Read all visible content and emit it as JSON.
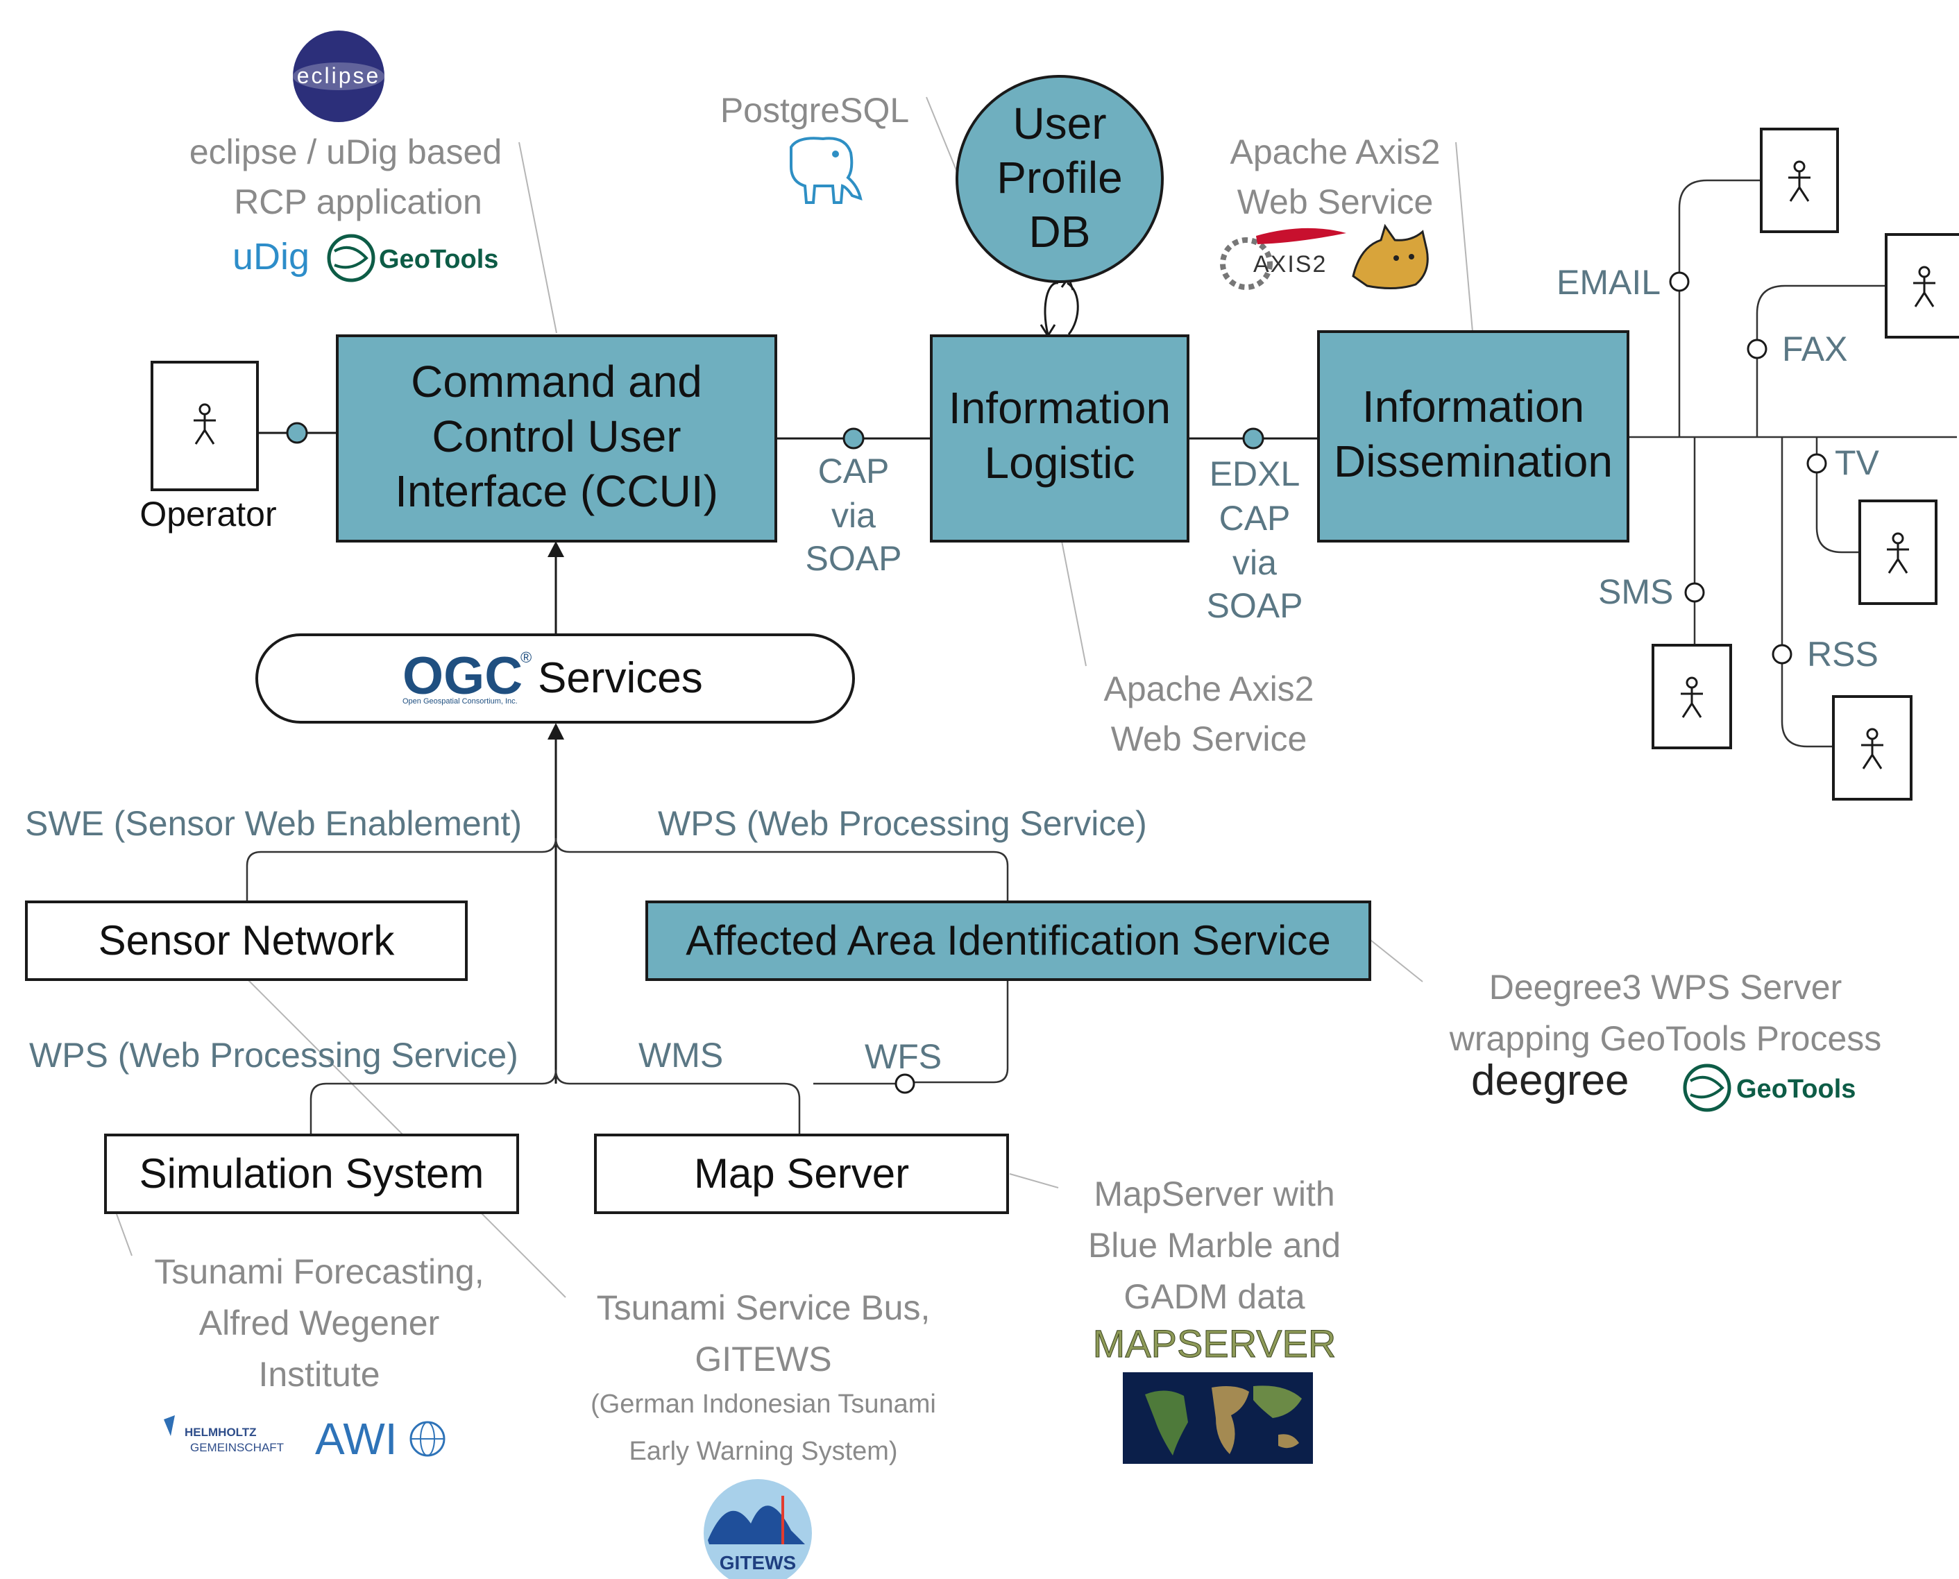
{
  "colors": {
    "component_fill": "#6fafbf",
    "interface_text": "#5a7784",
    "annotation_text": "#8a8a8a",
    "stroke": "#1a1a1a"
  },
  "components": {
    "ccui": [
      "Command and",
      "Control User",
      "Interface (CCUI)"
    ],
    "info_logistic": [
      "Information",
      "Logistic"
    ],
    "info_dissemination": [
      "Information",
      "Dissemination"
    ],
    "user_profile_db": [
      "User",
      "Profile",
      "DB"
    ],
    "ogc_services": {
      "logo": "OGC",
      "logo_reg": "®",
      "logo_sub": "Open Geospatial Consortium, Inc.",
      "label": "Services"
    },
    "sensor_network": "Sensor Network",
    "affected_area": "Affected Area Identification Service",
    "simulation_system": "Simulation System",
    "map_server": "Map Server"
  },
  "actors": {
    "operator": "Operator"
  },
  "interfaces": {
    "cap_soap": [
      "CAP",
      "via",
      "SOAP"
    ],
    "edxl_cap_soap": [
      "EDXL",
      "CAP",
      "via",
      "SOAP"
    ],
    "email": "EMAIL",
    "fax": "FAX",
    "tv": "TV",
    "sms": "SMS",
    "rss": "RSS",
    "swe": "SWE (Sensor Web Enablement)",
    "wps_top": "WPS (Web Processing Service)",
    "wps_bottom": "WPS (Web Processing Service)",
    "wms": "WMS",
    "wfs": "WFS"
  },
  "annotations": {
    "eclipse": [
      "eclipse / uDig based",
      "RCP  application"
    ],
    "postgresql": "PostgreSQL",
    "axis2_top": [
      "Apache Axis2",
      "Web Service"
    ],
    "axis2_mid": [
      "Apache Axis2",
      "Web Service"
    ],
    "deegree": [
      "Deegree3 WPS Server",
      "wrapping GeoTools Process"
    ],
    "mapserver": [
      "MapServer with",
      "Blue Marble and",
      "GADM data"
    ],
    "tsunami_forecast": [
      "Tsunami Forecasting,",
      "Alfred Wegener",
      "Institute"
    ],
    "tsunami_bus": [
      "Tsunami Service Bus,",
      "GITEWS"
    ],
    "tsunami_bus_sub": [
      "(German Indonesian Tsunami",
      "Early Warning System)"
    ]
  },
  "logos": {
    "eclipse": "eclipse",
    "udig": "uDig",
    "geotools": "GeoTools",
    "axis2": "AXIS2",
    "deegree": "deegree",
    "mapserver": "MAPSERVER",
    "helmholtz": [
      "HELMHOLTZ",
      "GEMEINSCHAFT"
    ],
    "awi": "AWI",
    "gitews": "GITEWS"
  }
}
